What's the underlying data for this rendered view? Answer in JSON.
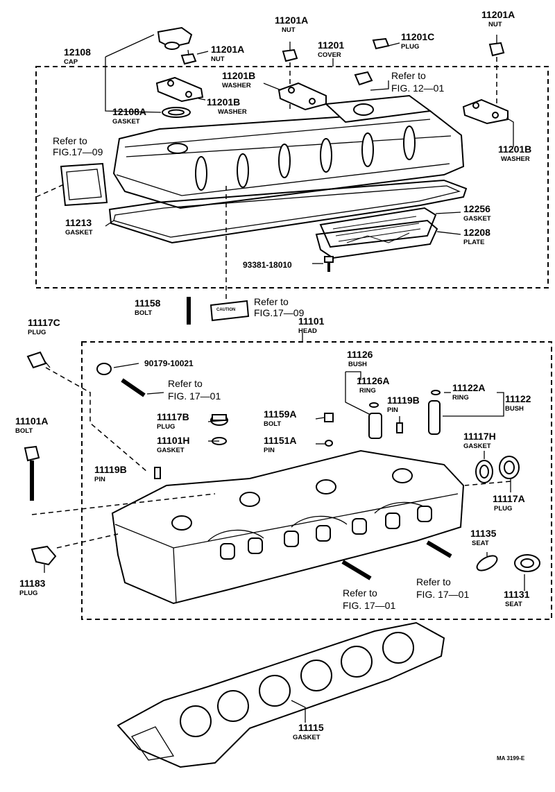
{
  "labels": {
    "cap": {
      "num": "12108",
      "name": "CAP"
    },
    "nut_top_center": {
      "num": "11201A",
      "name": "NUT"
    },
    "nut_top_right": {
      "num": "11201A",
      "name": "NUT"
    },
    "nut_left": {
      "num": "11201A",
      "name": "NUT"
    },
    "cover": {
      "num": "11201",
      "name": "COVER"
    },
    "plug_top": {
      "num": "11201C",
      "name": "PLUG"
    },
    "washer_top": {
      "num": "11201B",
      "name": "WASHER"
    },
    "washer_left": {
      "num": "11201B",
      "name": "WASHER"
    },
    "washer_right": {
      "num": "11201B",
      "name": "WASHER"
    },
    "gasket_cap": {
      "num": "12108A",
      "name": "GASKET"
    },
    "gasket_cover": {
      "num": "11213",
      "name": "GASKET"
    },
    "gasket_plate": {
      "num": "12256",
      "name": "GASKET"
    },
    "plate": {
      "num": "12208",
      "name": "PLATE"
    },
    "bolt_plate": {
      "num": "93381-18010",
      "name": ""
    },
    "bolt_11158": {
      "num": "11158",
      "name": "BOLT"
    },
    "head": {
      "num": "11101",
      "name": "HEAD"
    },
    "plug_11117c": {
      "num": "11117C",
      "name": "PLUG"
    },
    "part_90179": {
      "num": "90179-10021",
      "name": ""
    },
    "bolt_11101a": {
      "num": "11101A",
      "name": "BOLT"
    },
    "plug_11117b": {
      "num": "11117B",
      "name": "PLUG"
    },
    "gasket_11101h": {
      "num": "11101H",
      "name": "GASKET"
    },
    "pin_left": {
      "num": "11119B",
      "name": "PIN"
    },
    "bush_11126": {
      "num": "11126",
      "name": "BUSH"
    },
    "ring_11126a": {
      "num": "11126A",
      "name": "RING"
    },
    "pin_11119b_right": {
      "num": "11119B",
      "name": "PIN"
    },
    "bolt_11159a": {
      "num": "11159A",
      "name": "BOLT"
    },
    "pin_11151a": {
      "num": "11151A",
      "name": "PIN"
    },
    "ring_11122a": {
      "num": "11122A",
      "name": "RING"
    },
    "bush_11122": {
      "num": "11122",
      "name": "BUSH"
    },
    "gasket_11117h": {
      "num": "11117H",
      "name": "GASKET"
    },
    "plug_11117a": {
      "num": "11117A",
      "name": "PLUG"
    },
    "seat_11135": {
      "num": "11135",
      "name": "SEAT"
    },
    "seat_11131": {
      "num": "11131",
      "name": "SEAT"
    },
    "plug_11183": {
      "num": "11183",
      "name": "PLUG"
    },
    "gasket_11115": {
      "num": "11115",
      "name": "GASKET"
    }
  },
  "refs": {
    "fig1201": {
      "line1": "Refer to",
      "line2": "FIG. 12—01"
    },
    "fig1709_left": {
      "line1": "Refer to",
      "line2": "FIG.17—09"
    },
    "fig1709_label": {
      "line1": "Refer to",
      "line2": "FIG.17—09"
    },
    "fig1701_stud": {
      "line1": "Refer to",
      "line2": "FIG. 17—01"
    },
    "fig1701_bottom_mid": {
      "line1": "Refer to",
      "line2": "FIG. 17—01"
    },
    "fig1701_bottom_right": {
      "line1": "Refer to",
      "line2": "FIG. 17—01"
    }
  },
  "caution_label": "CAUTION",
  "figure_code": "MA 3199-E"
}
